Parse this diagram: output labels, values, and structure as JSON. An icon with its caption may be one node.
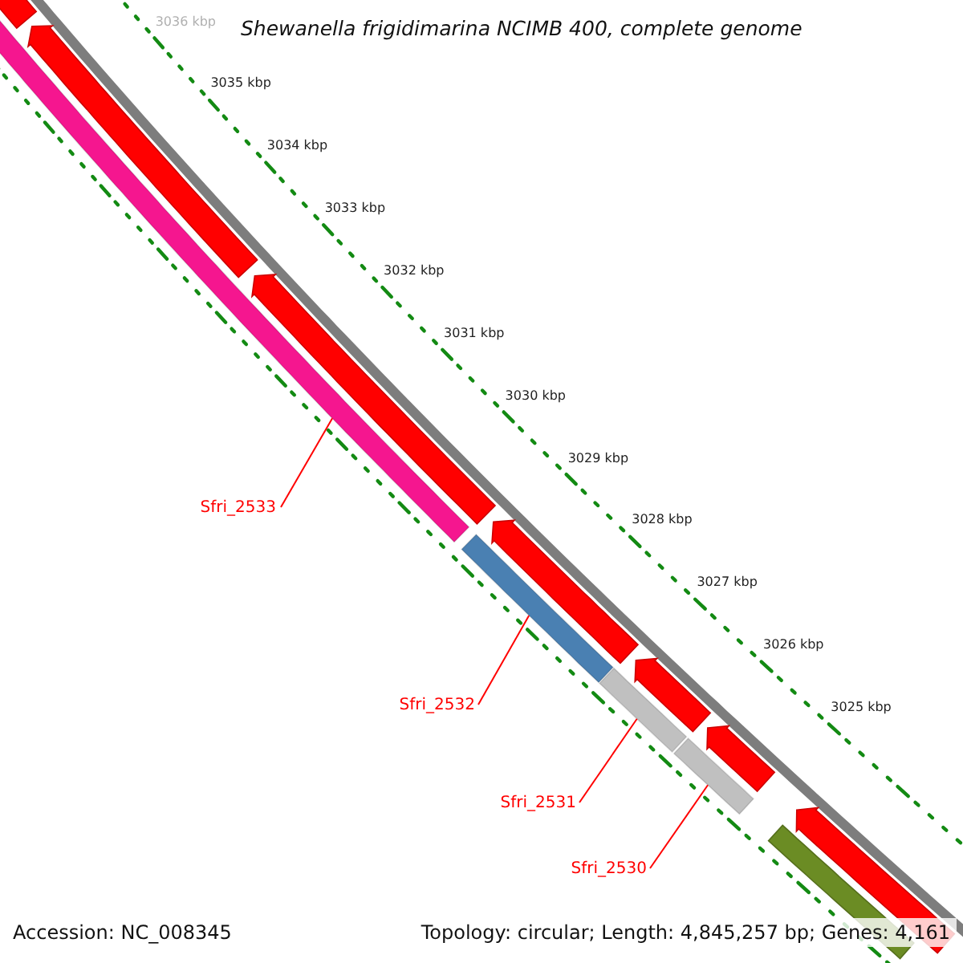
{
  "diagram": {
    "title": "Shewanella frigidimarina NCIMB 400, complete genome",
    "nodes": [
      {
        "text": [
          "Sfri_2533"
        ]
      },
      {
        "text": [],
        "shape": "bar"
      },
      {
        "text": [
          "Sfri_2532"
        ]
      },
      {
        "text": [],
        "shape": "bar"
      },
      {
        "text": [
          "Sfri_2531"
        ]
      },
      {
        "text": [],
        "shape": "bar"
      },
      {
        "text": [
          "Sfri_2530"
        ]
      },
      {
        "text": [],
        "shape": "bar"
      }
    ],
    "edges": [
      {
        "from": 0,
        "to": 1,
        "arrow": "none"
      },
      {
        "from": 2,
        "to": 3,
        "arrow": "none"
      },
      {
        "from": 4,
        "to": 5,
        "arrow": "none"
      },
      {
        "from": 6,
        "to": 7,
        "arrow": "none"
      }
    ],
    "labels": [
      "3036 kbp",
      "3035 kbp",
      "3034 kbp",
      "3033 kbp",
      "3032 kbp",
      "3031 kbp",
      "3030 kbp",
      "3029 kbp",
      "3028 kbp",
      "3027 kbp",
      "3026 kbp",
      "3025 kbp",
      "Accession: NC_008345",
      "Topology: circular; Length: 4,845,257 bp; Genes: 4,161"
    ]
  }
}
